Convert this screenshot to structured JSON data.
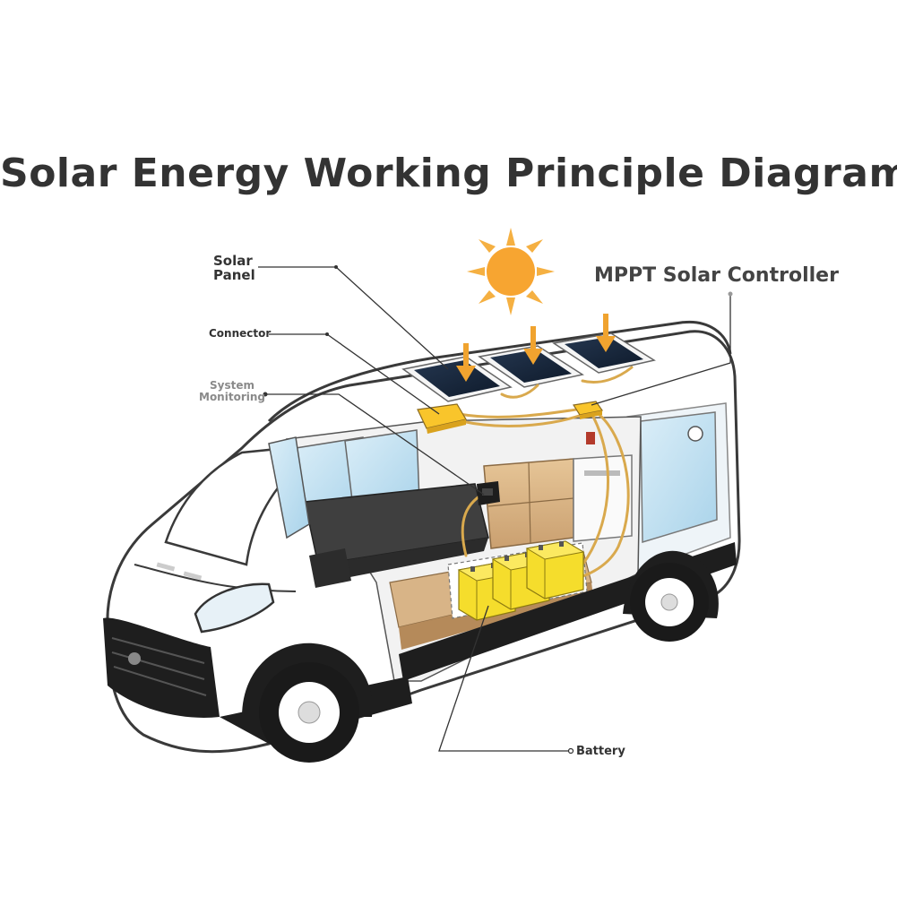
{
  "title": "Solar Energy Working Principle Diagram",
  "labels": {
    "solar_panel_line1": "Solar",
    "solar_panel_line2": "Panel",
    "connector": "Connector",
    "system_monitoring_line1": "System",
    "system_monitoring_line2": "Monitoring",
    "mppt_controller": "MPPT Solar Controller",
    "battery": "Battery"
  },
  "colors": {
    "sun": "#f7a531",
    "sun_rays": "#f5b042",
    "arrows": "#f0a32f",
    "controller_boxes": "#f9c52b",
    "batteries": "#f5dd2c",
    "cables": "#d9a94d",
    "van_body": "#ffffff",
    "van_bumper": "#1e1e1e",
    "title": "#333333"
  }
}
